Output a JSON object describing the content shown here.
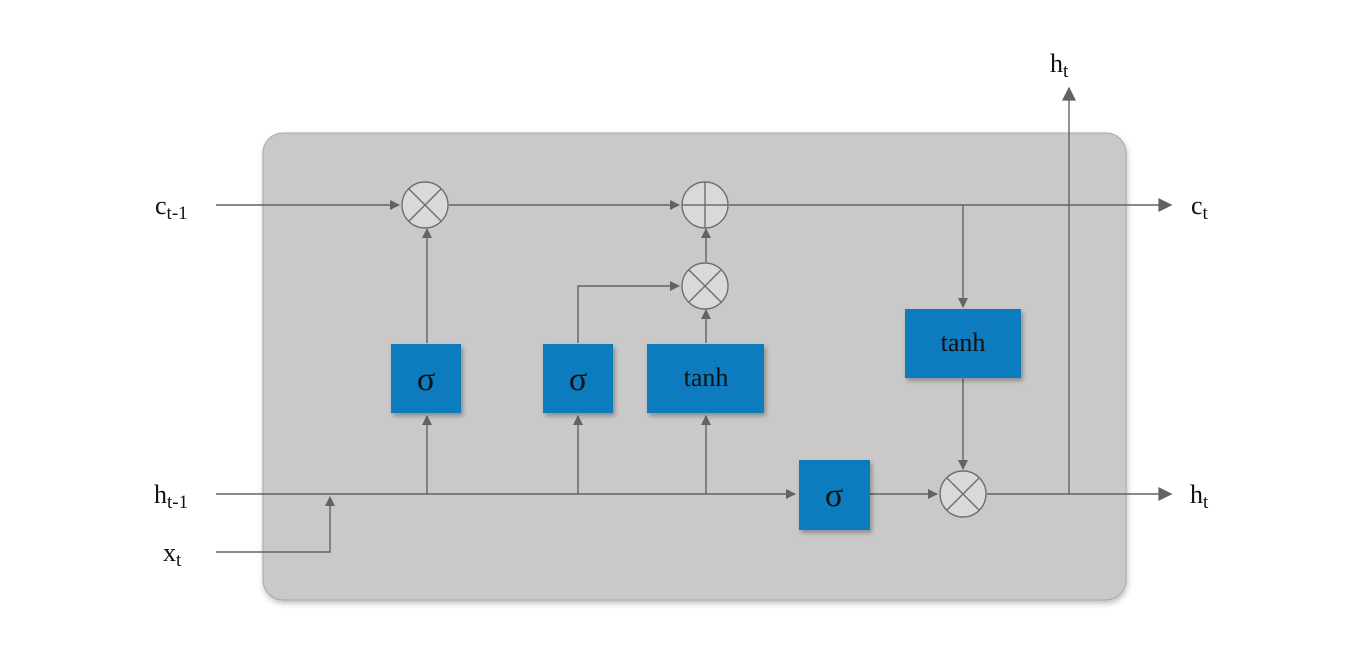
{
  "labels": {
    "c_prev": {
      "base": "c",
      "sub": "t-1"
    },
    "h_prev": {
      "base": "h",
      "sub": "t-1"
    },
    "x_in": {
      "base": "x",
      "sub": "t"
    },
    "c_out": {
      "base": "c",
      "sub": "t"
    },
    "h_out_right": {
      "base": "h",
      "sub": "t"
    },
    "h_out_top": {
      "base": "h",
      "sub": "t"
    }
  },
  "gates": {
    "forget": "σ",
    "input": "σ",
    "candidate": "tanh",
    "output": "σ",
    "cell_tanh": "tanh"
  },
  "colors": {
    "cell_background": "#c9c9c9",
    "gate_fill": "#0f7bbf",
    "operator_fill": "#d9d9d9",
    "wire": "#636363"
  }
}
